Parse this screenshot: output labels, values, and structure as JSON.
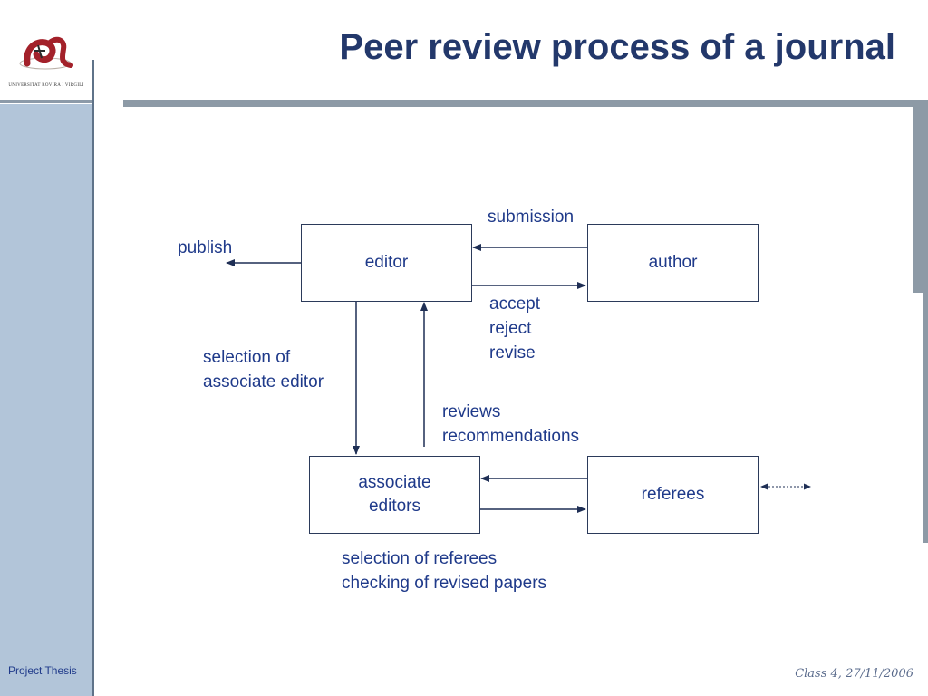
{
  "slide": {
    "title": "Peer review process of  a journal",
    "footer_left": "Project Thesis",
    "footer_right": "Class  4, 27/11/2006"
  },
  "logo": {
    "caption": "UNIVERSITAT ROVIRA I VIRGILI"
  },
  "diagram": {
    "nodes": {
      "editor": "editor",
      "author": "author",
      "associate_editors_line1": "associate",
      "associate_editors_line2": "editors",
      "referees": "referees"
    },
    "labels": {
      "submission": "submission",
      "publish": "publish",
      "decision_line1": "accept",
      "decision_line2": "reject",
      "decision_line3": "revise",
      "selection_line1": "selection of",
      "selection_line2": "associate editor",
      "reviews_line1": "reviews",
      "reviews_line2": "recommendations",
      "referee_tasks_line1": "selection of referees",
      "referee_tasks_line2": "checking of revised papers"
    }
  }
}
